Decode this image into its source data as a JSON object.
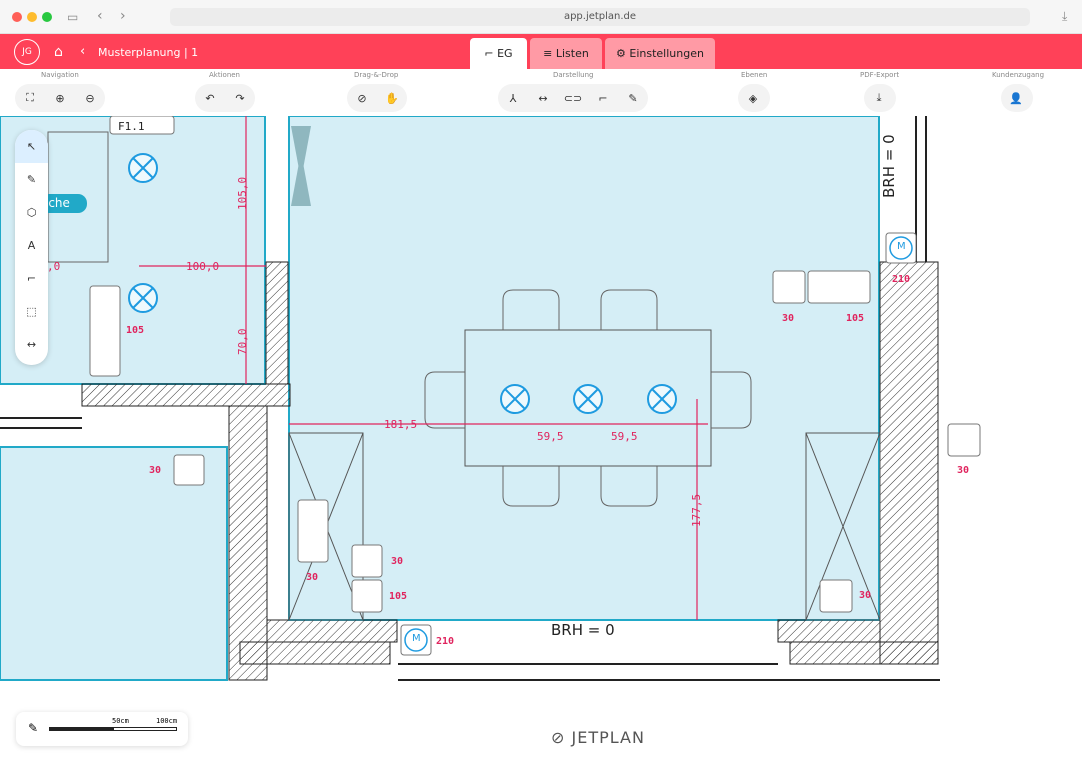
{
  "browser": {
    "url": "app.jetplan.de"
  },
  "app": {
    "avatar": "JG",
    "project": "Musterplanung | 1",
    "tabs": [
      {
        "label": "EG",
        "icon": "floorplan-icon"
      },
      {
        "label": "Listen",
        "icon": "list-icon"
      },
      {
        "label": "Einstellungen",
        "icon": "gear-icon"
      }
    ]
  },
  "toolbar": {
    "groups": [
      "Navigation",
      "Aktionen",
      "Drag-&-Drop",
      "Darstellung",
      "Ebenen",
      "PDF-Export",
      "Kundenzugang"
    ],
    "navigation": [
      "⛶",
      "⊕",
      "⊖"
    ],
    "actions": [
      "↶",
      "↷"
    ],
    "dragdrop": [
      "⊘",
      "✋"
    ],
    "display": [
      "⅄",
      "↔",
      "⊂⊃",
      "⌐",
      "✎"
    ],
    "layers": "◈",
    "pdf": "⤓",
    "customer": "👤"
  },
  "left_tools": [
    "↖",
    "✎",
    "⬡",
    "A",
    "⌐",
    "⬚",
    "↔"
  ],
  "plan": {
    "room_label": "F1.1",
    "kitchen_fragment": "iche",
    "dims": [
      "105,0",
      "100,0",
      "70,0",
      "181,5",
      "59,5",
      "59,5",
      "177,5",
      ",0"
    ],
    "brh": [
      "BRH = 0",
      "BRH = 0"
    ],
    "symbols": [
      "30",
      "105",
      "30",
      "105",
      "30",
      "30",
      "105",
      "30",
      "210",
      "210",
      "30",
      "M",
      "M"
    ]
  },
  "scale": {
    "a": "50cm",
    "b": "100cm"
  },
  "brand": "JETPLAN",
  "colors": {
    "accent": "#ff4158",
    "room": "#d5eef6",
    "wall": "#1d1d1d",
    "dim": "#e0245e",
    "light": "#1f9be0"
  }
}
